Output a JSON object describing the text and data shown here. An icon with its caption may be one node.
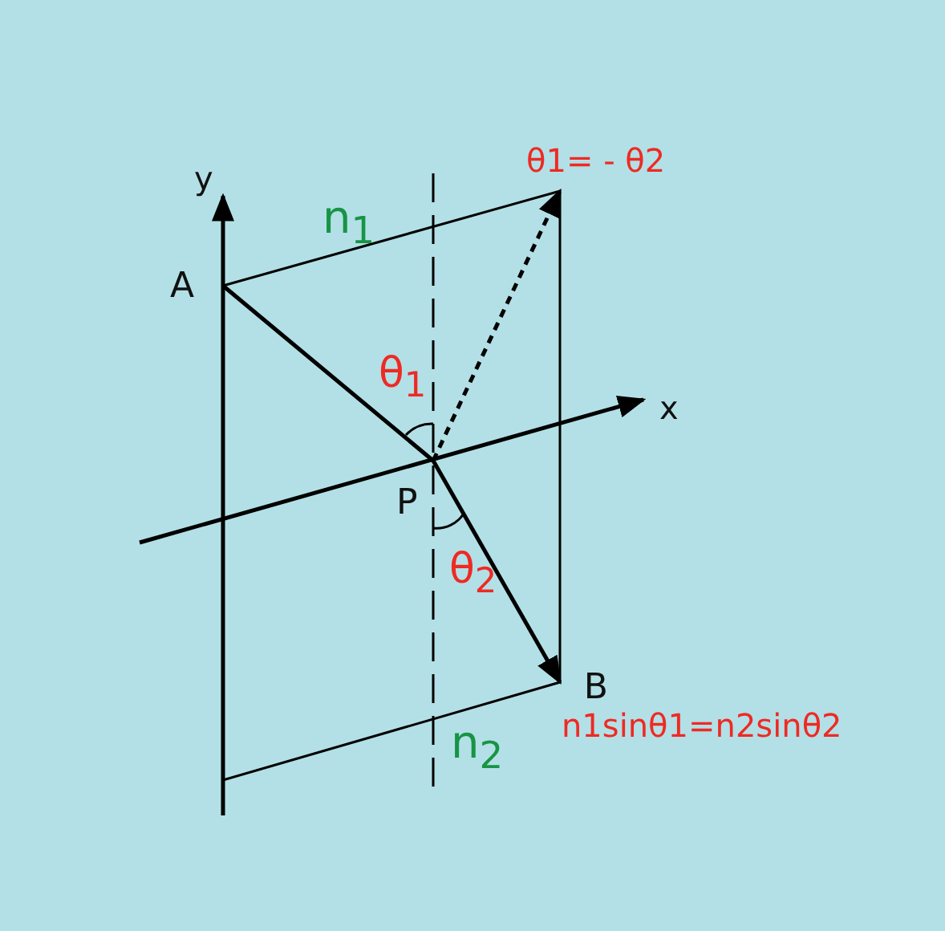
{
  "diagram": {
    "nodes": [
      {
        "text": [
          "A"
        ]
      },
      {
        "text": [
          "P"
        ]
      },
      {
        "text": [
          "B"
        ]
      },
      {
        "text": [
          "θ1= - θ2"
        ]
      }
    ],
    "edges": [
      {
        "from": 0,
        "to": 1,
        "arrow": "none"
      },
      {
        "from": 1,
        "to": 2,
        "arrow": "to"
      },
      {
        "from": 1,
        "to": 3,
        "arrow": "to",
        "style": "dashed"
      }
    ],
    "labels": [
      "y",
      "x",
      "n$_{1}$",
      "θ$_{1}$",
      "θ$_{2}$",
      "n$_{2}$",
      "n1sinθ1=n2sinθ2"
    ]
  }
}
